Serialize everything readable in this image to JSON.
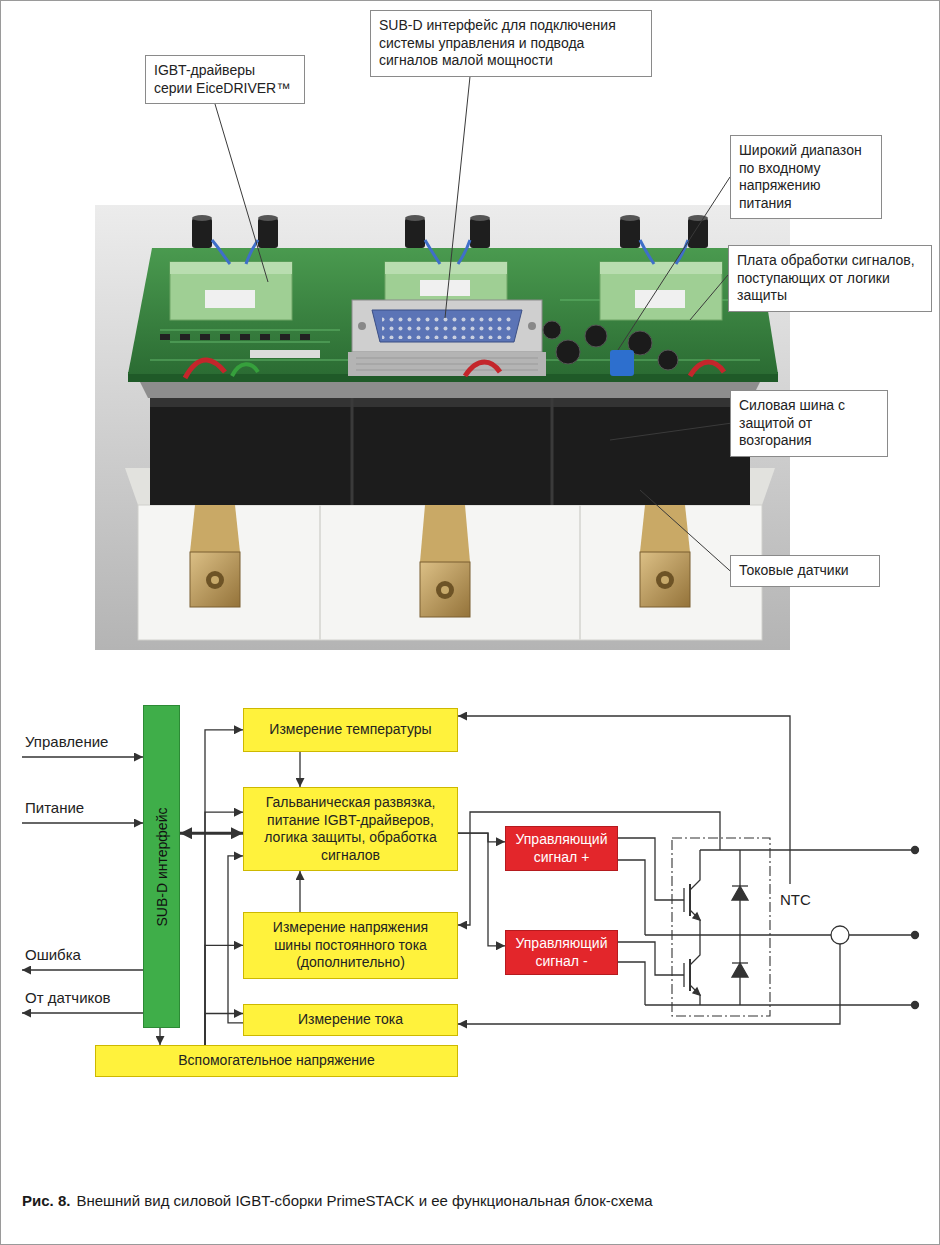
{
  "diagram": {
    "caption": "Внешний вид силовой IGBT-сборки PrimeSTACK и ее функциональная блок-схема",
    "nodes": [
      {
        "text": [
          "SUB-D интерфейс для подключения системы управления и подвода сигналов малой мощности"
        ]
      },
      {
        "text": [
          "IGBT-драйверы серии EiceDRIVER™"
        ]
      },
      {
        "text": [
          "Широкий диапазон по входному напряжению питания"
        ]
      },
      {
        "text": [
          "Плата обработки сигналов, поступающих от логики защиты"
        ]
      },
      {
        "text": [
          "Силовая шина с защитой от возгорания"
        ]
      },
      {
        "text": [
          "Токовые датчики"
        ]
      },
      {
        "text": [
          "SUB-D интерфейс"
        ]
      },
      {
        "text": [
          "Измерение температуры"
        ]
      },
      {
        "text": [
          "Гальваническая развязка, питание IGBT-драйверов, логика защиты, обработка сигналов"
        ]
      },
      {
        "text": [
          "Управляющий сигнал +"
        ]
      },
      {
        "text": [
          "Измерение напряжения шины постоянного тока (дополнительно)"
        ]
      },
      {
        "text": [
          "Управляющий сигнал -"
        ]
      },
      {
        "text": [
          "Измерение тока"
        ]
      },
      {
        "text": [
          "Вспомогательное напряжение"
        ]
      }
    ],
    "edges": [
      {
        "from": 6,
        "to": 8,
        "arrow": "both"
      },
      {
        "from": 6,
        "to": 13,
        "arrow": "to"
      },
      {
        "from": 13,
        "to": 7,
        "arrow": "to"
      },
      {
        "from": 13,
        "to": 8,
        "arrow": "to"
      },
      {
        "from": 13,
        "to": 10,
        "arrow": "to"
      },
      {
        "from": 13,
        "to": 12,
        "arrow": "to"
      },
      {
        "from": 7,
        "to": 8,
        "arrow": "to"
      },
      {
        "from": 10,
        "to": 8,
        "arrow": "to"
      },
      {
        "from": 12,
        "to": 8,
        "arrow": "to"
      },
      {
        "from": 8,
        "to": 9,
        "arrow": "to"
      },
      {
        "from": 8,
        "to": 11,
        "arrow": "to"
      }
    ],
    "labels": [
      "Управление",
      "Питание",
      "Ошибка",
      "От датчиков",
      "NTC",
      "Рис. 8."
    ]
  }
}
